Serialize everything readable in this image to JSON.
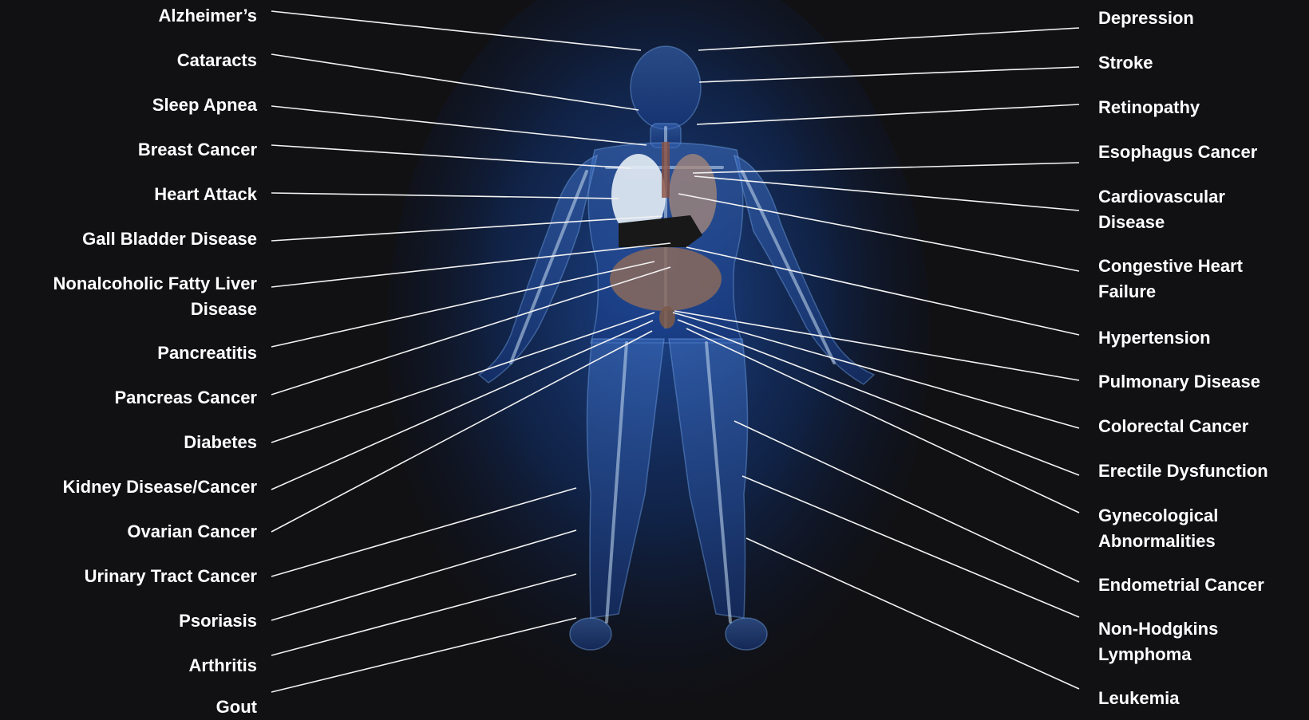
{
  "background_color": "#111114",
  "figure_colors": {
    "glow": "#1d4fa8",
    "bone": "#b9d4ee",
    "lung": "#e8eef5",
    "organ": "#8a6a5c",
    "liver": "#1a1a1a"
  },
  "left_labels": [
    {
      "id": "alzheimers",
      "lines": [
        "Alzheimer’s"
      ]
    },
    {
      "id": "cataracts",
      "lines": [
        "Cataracts"
      ]
    },
    {
      "id": "sleep-apnea",
      "lines": [
        "Sleep Apnea"
      ]
    },
    {
      "id": "breast-cancer",
      "lines": [
        "Breast Cancer"
      ]
    },
    {
      "id": "heart-attack",
      "lines": [
        "Heart Attack"
      ]
    },
    {
      "id": "gall-bladder-disease",
      "lines": [
        "Gall Bladder Disease"
      ]
    },
    {
      "id": "nonalcoholic-fatty-liver-disease",
      "lines": [
        "Nonalcoholic Fatty Liver",
        "Disease"
      ]
    },
    {
      "id": "pancreatitis",
      "lines": [
        "Pancreatitis"
      ]
    },
    {
      "id": "pancreas-cancer",
      "lines": [
        "Pancreas Cancer"
      ]
    },
    {
      "id": "diabetes",
      "lines": [
        "Diabetes"
      ]
    },
    {
      "id": "kidney-disease-cancer",
      "lines": [
        "Kidney Disease/Cancer"
      ]
    },
    {
      "id": "ovarian-cancer",
      "lines": [
        "Ovarian Cancer"
      ]
    },
    {
      "id": "urinary-tract-cancer",
      "lines": [
        "Urinary Tract Cancer"
      ]
    },
    {
      "id": "psoriasis",
      "lines": [
        "Psoriasis"
      ]
    },
    {
      "id": "arthritis",
      "lines": [
        "Arthritis"
      ]
    },
    {
      "id": "gout",
      "lines": [
        "Gout"
      ]
    }
  ],
  "right_labels": [
    {
      "id": "depression",
      "lines": [
        "Depression"
      ]
    },
    {
      "id": "stroke",
      "lines": [
        "Stroke"
      ]
    },
    {
      "id": "retinopathy",
      "lines": [
        "Retinopathy"
      ]
    },
    {
      "id": "esophagus-cancer",
      "lines": [
        "Esophagus Cancer"
      ]
    },
    {
      "id": "cardiovascular-disease",
      "lines": [
        "Cardiovascular",
        "Disease"
      ]
    },
    {
      "id": "congestive-heart-failure",
      "lines": [
        "Congestive Heart",
        "Failure"
      ]
    },
    {
      "id": "hypertension",
      "lines": [
        "Hypertension"
      ]
    },
    {
      "id": "pulmonary-disease",
      "lines": [
        "Pulmonary Disease"
      ]
    },
    {
      "id": "colorectal-cancer",
      "lines": [
        "Colorectal Cancer"
      ]
    },
    {
      "id": "erectile-dysfunction",
      "lines": [
        "Erectile Dysfunction"
      ]
    },
    {
      "id": "gynecological-abnormalities",
      "lines": [
        "Gynecological",
        "Abnormalities"
      ]
    },
    {
      "id": "endometrial-cancer",
      "lines": [
        "Endometrial Cancer"
      ]
    },
    {
      "id": "non-hodgkins-lymphoma",
      "lines": [
        "Non-Hodgkins",
        "Lymphoma"
      ]
    },
    {
      "id": "leukemia",
      "lines": [
        "Leukemia"
      ]
    }
  ]
}
